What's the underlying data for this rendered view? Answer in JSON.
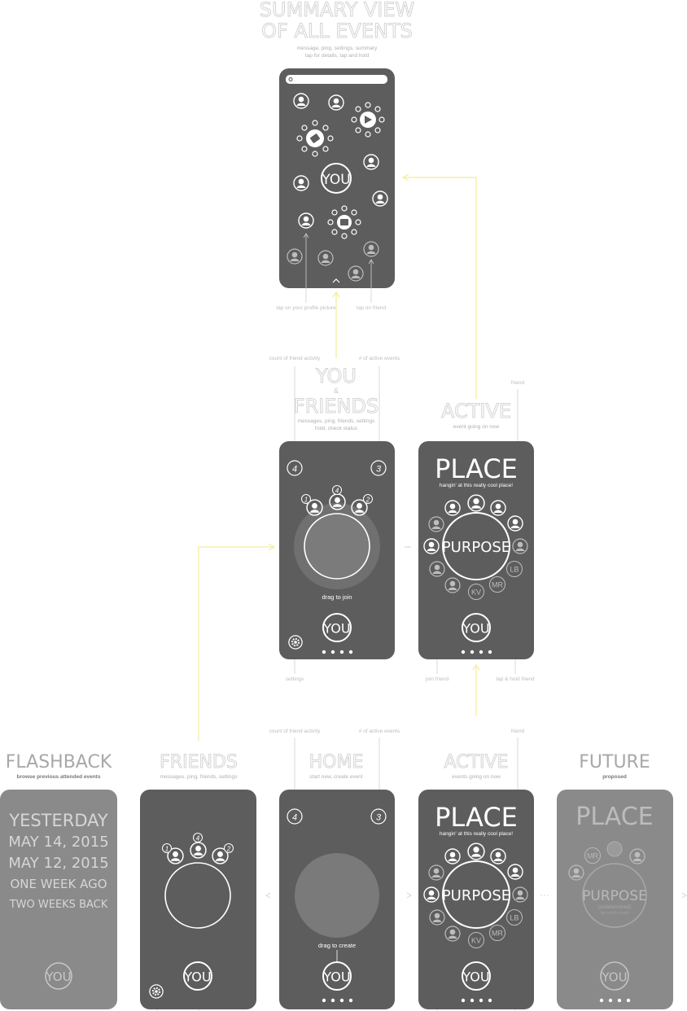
{
  "top": {
    "title_line1": "SUMMARY VIEW",
    "title_line2": "OF ALL EVENTS",
    "subtitle_line1": "message, ping, settings, summary",
    "subtitle_line2": "tap for details, tap and hold"
  },
  "summary_annotations": {
    "profile": "tap on your profile picture",
    "friend": "tap on friend",
    "count_friend": "count of friend activity",
    "active_events": "# of active events"
  },
  "mid": {
    "you_title_line1": "YOU",
    "you_title_line2": "&",
    "you_title_line3": "FRIENDS",
    "you_subtitle_line1": "messages, ping, friends, settings",
    "you_subtitle_line2": "hold, check status",
    "active_title": "ACTIVE",
    "active_subtitle": "event going on now",
    "friend_label": "friend",
    "settings_label": "settings",
    "join_label": "join friend",
    "tap_label": "tap & hold friend",
    "drag_to_join": "drag to join"
  },
  "bottom": {
    "flashback_title": "FLASHBACK",
    "flashback_sub": "browse previous attended events",
    "flashback_items": [
      "YESTERDAY",
      "MAY 14, 2015",
      "MAY 12, 2015",
      "ONE WEEK AGO",
      "TWO WEEKS BACK"
    ],
    "friends_title": "FRIENDS",
    "friends_sub": "messages, ping, friends, settings",
    "home_title": "HOME",
    "home_sub": "start new, create event",
    "active_title": "ACTIVE",
    "active_sub": "events going on now",
    "future_title": "FUTURE",
    "future_sub": "proposed",
    "drag_to_create": "drag to create",
    "count_friend": "count of friend activity",
    "active_events": "# of active events",
    "friend_label": "friend",
    "future_purpose_small": "(undetermined)",
    "future_purpose_small2": "tap to join event"
  },
  "phone": {
    "you": "YOU",
    "place": "PLACE",
    "place_sub": "hangin' at this really cool place!",
    "purpose": "PURPOSE",
    "kv": "KV",
    "mr": "MR",
    "lb": "LB",
    "count4": "4",
    "count3": "3",
    "count1": "1",
    "count2": "2"
  },
  "colors": {
    "phone": "#5d5d5d",
    "phone_light": "#8a8a8a",
    "arrow_yellow": "#f2ee9a",
    "label_gray": "#9a9a9a"
  }
}
